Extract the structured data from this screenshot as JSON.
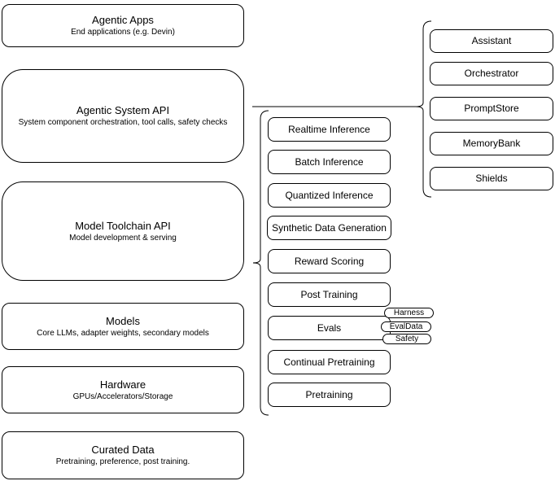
{
  "left_column": [
    {
      "title": "Agentic Apps",
      "subtitle": "End applications (e.g. Devin)"
    },
    {
      "title": "Agentic System API",
      "subtitle": "System component orchestration, tool calls, safety checks"
    },
    {
      "title": "Model Toolchain API",
      "subtitle": "Model development & serving"
    },
    {
      "title": "Models",
      "subtitle": "Core LLMs, adapter weights, secondary models"
    },
    {
      "title": "Hardware",
      "subtitle": "GPUs/Accelerators/Storage"
    },
    {
      "title": "Curated Data",
      "subtitle": "Pretraining, preference, post training."
    }
  ],
  "toolchain_components": {
    "items": [
      "Realtime Inference",
      "Batch Inference",
      "Quantized Inference",
      "Synthetic Data Generation",
      "Reward Scoring",
      "Post Training",
      "Evals",
      "Continual Pretraining",
      "Pretraining"
    ],
    "evals_tags": [
      "Harness",
      "EvalData",
      "Safety"
    ]
  },
  "system_components": {
    "items": [
      "Assistant",
      "Orchestrator",
      "PromptStore",
      "MemoryBank",
      "Shields"
    ]
  },
  "colors": {
    "border": "#000000",
    "background": "#ffffff",
    "text": "#000000"
  }
}
